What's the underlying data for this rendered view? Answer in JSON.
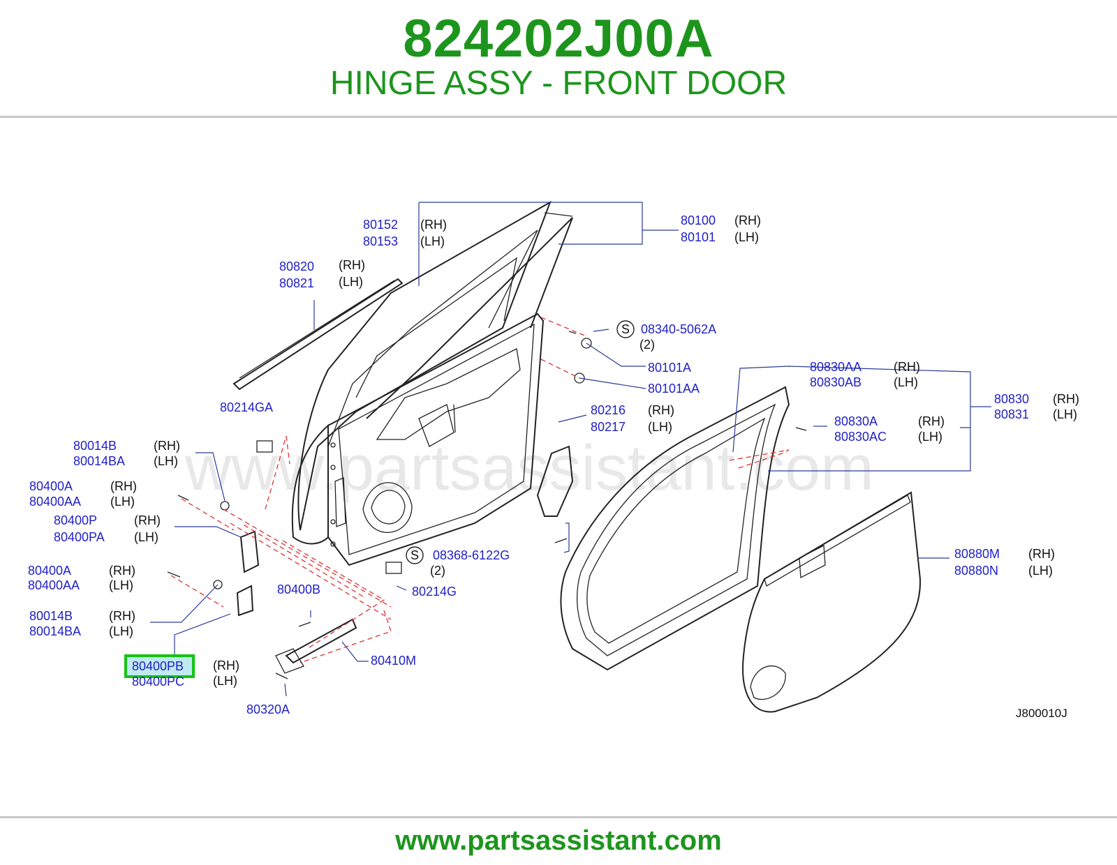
{
  "header": {
    "part_number": "824202J00A",
    "part_name": "HINGE ASSY - FRONT DOOR"
  },
  "footer": {
    "url": "www.partsassistant.com"
  },
  "diagram": {
    "watermark": "www.partsassistant.com",
    "diagram_code": "J800010J",
    "highlight_color": "#14c414",
    "labels": {
      "l80152": "80152",
      "s80152": "(RH)",
      "l80153": "80153",
      "s80153": "(LH)",
      "l80100": "80100",
      "s80100": "(RH)",
      "l80101": "80101",
      "s80101": "(LH)",
      "l80820": "80820",
      "s80820": "(RH)",
      "l80821": "80821",
      "s80821": "(LH)",
      "s_circle1": "S",
      "l08340": "08340-5062A",
      "q08340": "(2)",
      "l80101A": "80101A",
      "l80101AA": "80101AA",
      "l80830AA": "80830AA",
      "s80830AA": "(RH)",
      "l80830AB": "80830AB",
      "s80830AB": "(LH)",
      "l80830": "80830",
      "s80830": "(RH)",
      "l80831": "80831",
      "s80831": "(LH)",
      "l80830A": "80830A",
      "s80830A": "(RH)",
      "l80830AC": "80830AC",
      "s80830AC": "(LH)",
      "l80216": "80216",
      "s80216": "(RH)",
      "l80217": "80217",
      "s80217": "(LH)",
      "l80214GA": "80214GA",
      "l80014B_1": "80014B",
      "s80014B_1": "(RH)",
      "l80014BA_1": "80014BA",
      "s80014BA_1": "(LH)",
      "l80400A_1": "80400A",
      "s80400A_1": "(RH)",
      "l80400AA_1": "80400AA",
      "s80400AA_1": "(LH)",
      "l80400P": "80400P",
      "s80400P": "(RH)",
      "l80400PA": "80400PA",
      "s80400PA": "(LH)",
      "s_circle2": "S",
      "l08368": "08368-6122G",
      "q08368": "(2)",
      "l80214G": "80214G",
      "l80400A_2": "80400A",
      "s80400A_2": "(RH)",
      "l80400AA_2": "80400AA",
      "s80400AA_2": "(LH)",
      "l80400B": "80400B",
      "l80014B_2": "80014B",
      "s80014B_2": "(RH)",
      "l80014BA_2": "80014BA",
      "s80014BA_2": "(LH)",
      "l80400PB": "80400PB",
      "s80400PB": "(RH)",
      "l80400PC": "80400PC",
      "s80400PC": "(LH)",
      "l80410M": "80410M",
      "l80320A": "80320A",
      "l80880M": "80880M",
      "s80880M": "(RH)",
      "l80880N": "80880N",
      "s80880N": "(LH)"
    }
  }
}
